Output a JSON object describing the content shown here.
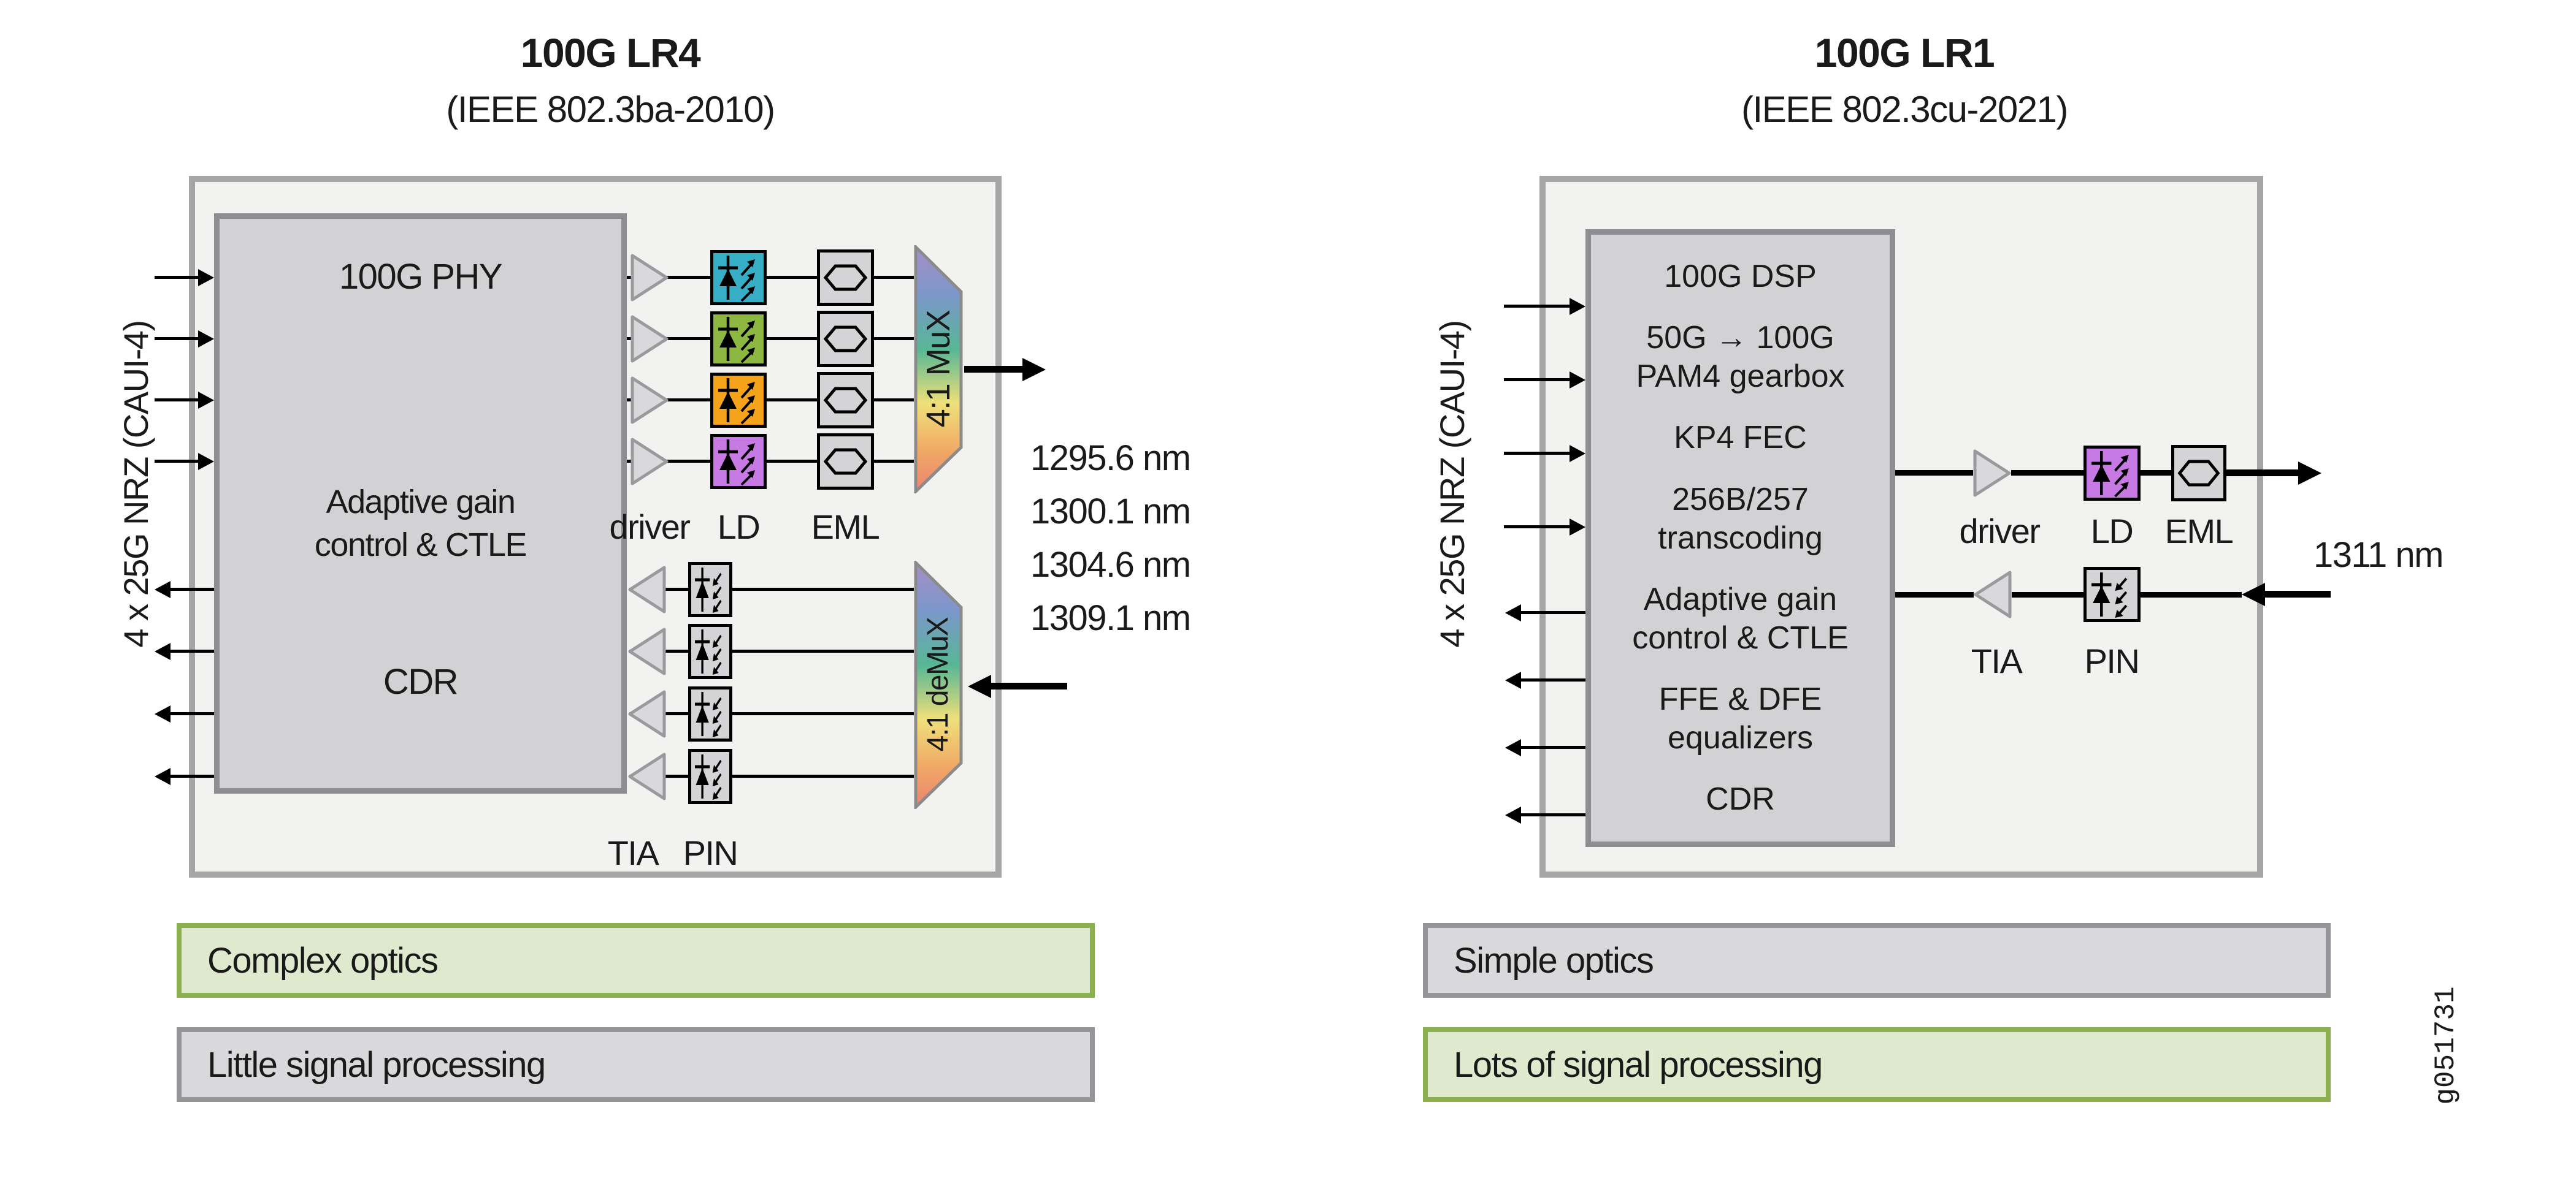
{
  "figure_id": "g051731",
  "colors": {
    "outer_fill": "#f2f2f1",
    "outer_border": "#a5a5a5",
    "inner_fill": "#d2d2d4",
    "inner_border": "#8e8e92",
    "component_fill": "#d4d4d6",
    "amp_fill": "#d9d9db",
    "ld_lane_colors": [
      "#36aec6",
      "#8cb842",
      "#f6a31c",
      "#c77ae3"
    ],
    "mux_gradient": [
      "#a78fc5",
      "#7b97ca",
      "#57b795",
      "#efe07a",
      "#f0a765",
      "#ec8472"
    ],
    "badge_green_fill": "#dfe9cd",
    "badge_green_border": "#8cb04f",
    "badge_gray_fill": "#d9d9db",
    "badge_gray_border": "#939598"
  },
  "left": {
    "title": "100G LR4",
    "subtitle": "(IEEE 802.3ba-2010)",
    "bus_label": "4 x 25G NRZ (CAUI-4)",
    "phy_block": {
      "top": "100G PHY",
      "middle": "Adaptive gain\ncontrol & CTLE",
      "bottom": "CDR"
    },
    "tx_labels": {
      "driver": "driver",
      "ld": "LD",
      "eml": "EML"
    },
    "mux_label": "4:1 MuX",
    "rx_labels": {
      "tia": "TIA",
      "pin": "PIN"
    },
    "demux_label": "4:1 deMuX",
    "wavelengths": [
      "1295.6 nm",
      "1300.1 nm",
      "1304.6 nm",
      "1309.1 nm"
    ],
    "badges": {
      "optics": "Complex optics",
      "dsp": "Little signal processing"
    }
  },
  "right": {
    "title": "100G LR1",
    "subtitle": "(IEEE 802.3cu-2021)",
    "bus_label": "4 x 25G NRZ (CAUI-4)",
    "dsp_block": [
      "100G DSP",
      "50G → 100G\nPAM4 gearbox",
      "KP4 FEC",
      "256B/257\ntranscoding",
      "Adaptive gain\ncontrol & CTLE",
      "FFE & DFE\nequalizers",
      "CDR"
    ],
    "tx_labels": {
      "driver": "driver",
      "ld": "LD",
      "eml": "EML"
    },
    "rx_labels": {
      "tia": "TIA",
      "pin": "PIN"
    },
    "wavelength": "1311 nm",
    "badges": {
      "optics": "Simple optics",
      "dsp": "Lots of signal processing"
    }
  }
}
